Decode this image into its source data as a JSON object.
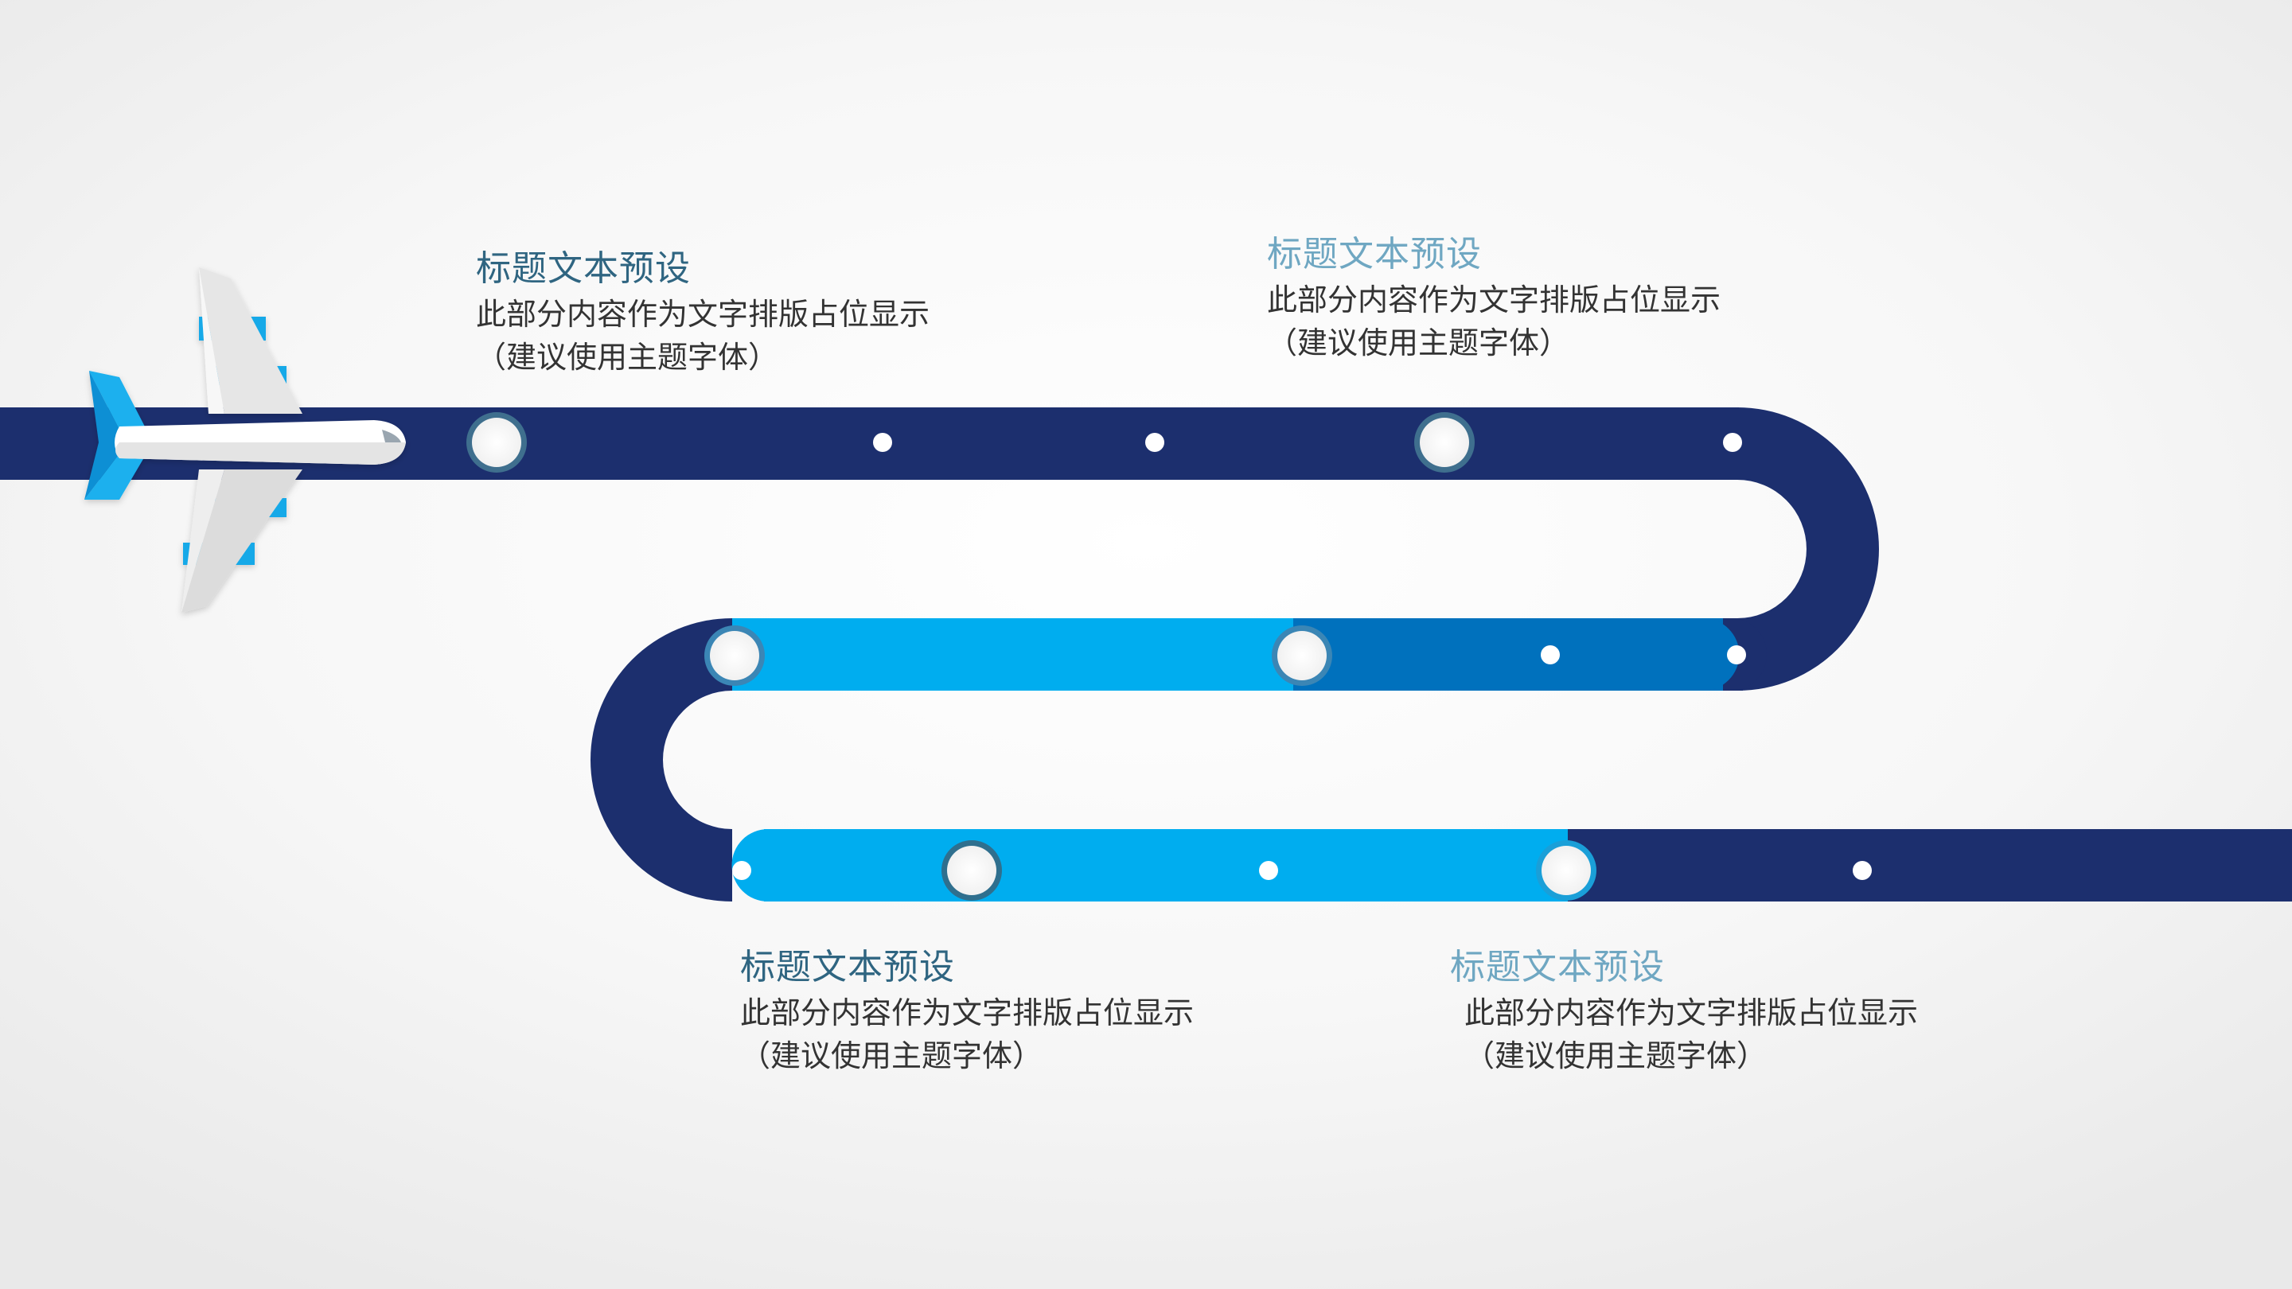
{
  "colors": {
    "route_dark": "#1c2f6e",
    "route_light": "#00adef",
    "route_mid": "#0071bd",
    "milestone_ring": "#3f6f8e",
    "plane_accent": "#16a9e8"
  },
  "milestones": [
    {
      "title": "标题文本预设",
      "body_line1": "此部分内容作为文字排版占位显示",
      "body_line2": "（建议使用主题字体）"
    },
    {
      "title": "标题文本预设",
      "body_line1": "此部分内容作为文字排版占位显示",
      "body_line2": "（建议使用主题字体）"
    },
    {
      "title": "标题文本预设",
      "body_line1": "此部分内容作为文字排版占位显示",
      "body_line2": "（建议使用主题字体）"
    },
    {
      "title": "标题文本预设",
      "body_line1": "此部分内容作为文字排版占位显示",
      "body_line2": "（建议使用主题字体）"
    }
  ],
  "icons": {
    "plane": "airplane-icon"
  }
}
